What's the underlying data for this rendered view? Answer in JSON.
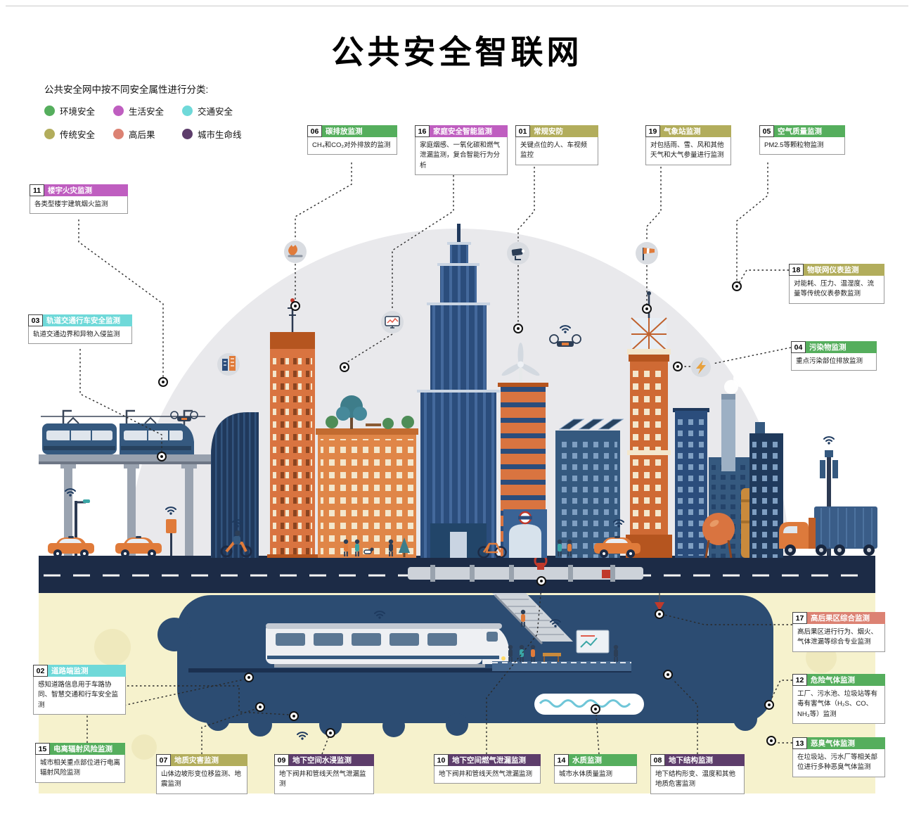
{
  "page": {
    "title": "公共安全智联网"
  },
  "legend": {
    "intro": "公共安全网中按不同安全属性进行分类:",
    "items": [
      {
        "id": "env",
        "label": "环境安全",
        "color": "#55ae5d"
      },
      {
        "id": "life",
        "label": "生活安全",
        "color": "#bf5ec0"
      },
      {
        "id": "traffic",
        "label": "交通安全",
        "color": "#6fd9d9"
      },
      {
        "id": "traditional",
        "label": "传统安全",
        "color": "#b2ad5c"
      },
      {
        "id": "high",
        "label": "高后果",
        "color": "#dc8273"
      },
      {
        "id": "lifeline",
        "label": "城市生命线",
        "color": "#5d3d6b"
      }
    ]
  },
  "callouts": [
    {
      "num": "06",
      "title": "碳排放监测",
      "desc": "CH₄和CO₂对外排放的监测",
      "category": "env"
    },
    {
      "num": "16",
      "title": "家庭安全智能监测",
      "desc": "家庭烟感、一氧化碳和燃气泄漏监测，复合智能行为分析",
      "category": "life"
    },
    {
      "num": "01",
      "title": "常规安防",
      "desc": "关键点位的人、车视频监控",
      "category": "traditional"
    },
    {
      "num": "19",
      "title": "气象站监测",
      "desc": "对包括雨、雪、风和其他天气和大气参量进行监测",
      "category": "traditional"
    },
    {
      "num": "05",
      "title": "空气质量监测",
      "desc": "PM2.5等颗粒物监测",
      "category": "env"
    },
    {
      "num": "11",
      "title": "楼宇火灾监测",
      "desc": "各类型楼宇建筑烟火监测",
      "category": "life"
    },
    {
      "num": "18",
      "title": "物联网仪表监测",
      "desc": "对能耗、压力、温湿度、流量等传统仪表参数监测",
      "category": "traditional"
    },
    {
      "num": "03",
      "title": "轨道交通行车安全监测",
      "desc": "轨道交通边界和异物入侵监测",
      "category": "traffic"
    },
    {
      "num": "04",
      "title": "污染物监测",
      "desc": "重点污染部位排放监测",
      "category": "env"
    },
    {
      "num": "17",
      "title": "高后果区综合监测",
      "desc": "高后果区进行行为、烟火、气体泄漏等综合专业监测",
      "category": "high"
    },
    {
      "num": "12",
      "title": "危险气体监测",
      "desc": "工厂、污水池、垃圾站等有毒有害气体（H₂S、CO、NH₃等）监测",
      "category": "env"
    },
    {
      "num": "13",
      "title": "恶臭气体监测",
      "desc": "在垃圾站、污水厂等相关部位进行多种恶臭气体监测",
      "category": "env"
    },
    {
      "num": "02",
      "title": "道路端监测",
      "desc": "感知道路信息用于车路协同、智慧交通和行车安全监测",
      "category": "traffic"
    },
    {
      "num": "15",
      "title": "电离辐射风险监测",
      "desc": "城市相关重点部位进行电离辐射风险监测",
      "category": "env"
    },
    {
      "num": "07",
      "title": "地质灾害监测",
      "desc": "山体边坡形变位移监测、地震监测",
      "category": "traditional"
    },
    {
      "num": "09",
      "title": "地下空间水浸监测",
      "desc": "地下阀井和管线天然气泄漏监测",
      "category": "lifeline"
    },
    {
      "num": "10",
      "title": "地下空间燃气泄漏监测",
      "desc": "地下阀井和管线天然气泄漏监测",
      "category": "lifeline"
    },
    {
      "num": "14",
      "title": "水质监测",
      "desc": "城市水体质量监测",
      "category": "env"
    },
    {
      "num": "08",
      "title": "地下结构监测",
      "desc": "地下结构形变、温度和其他地质危害监测",
      "category": "lifeline"
    }
  ],
  "illustration": {
    "icon_names": [
      "carbon-emission-icon",
      "home-monitor-icon",
      "cctv-camera-icon",
      "windsock-icon",
      "building-sensor-icon",
      "spark-icon",
      "wifi-icon",
      "drone-icon",
      "connector-node"
    ]
  }
}
